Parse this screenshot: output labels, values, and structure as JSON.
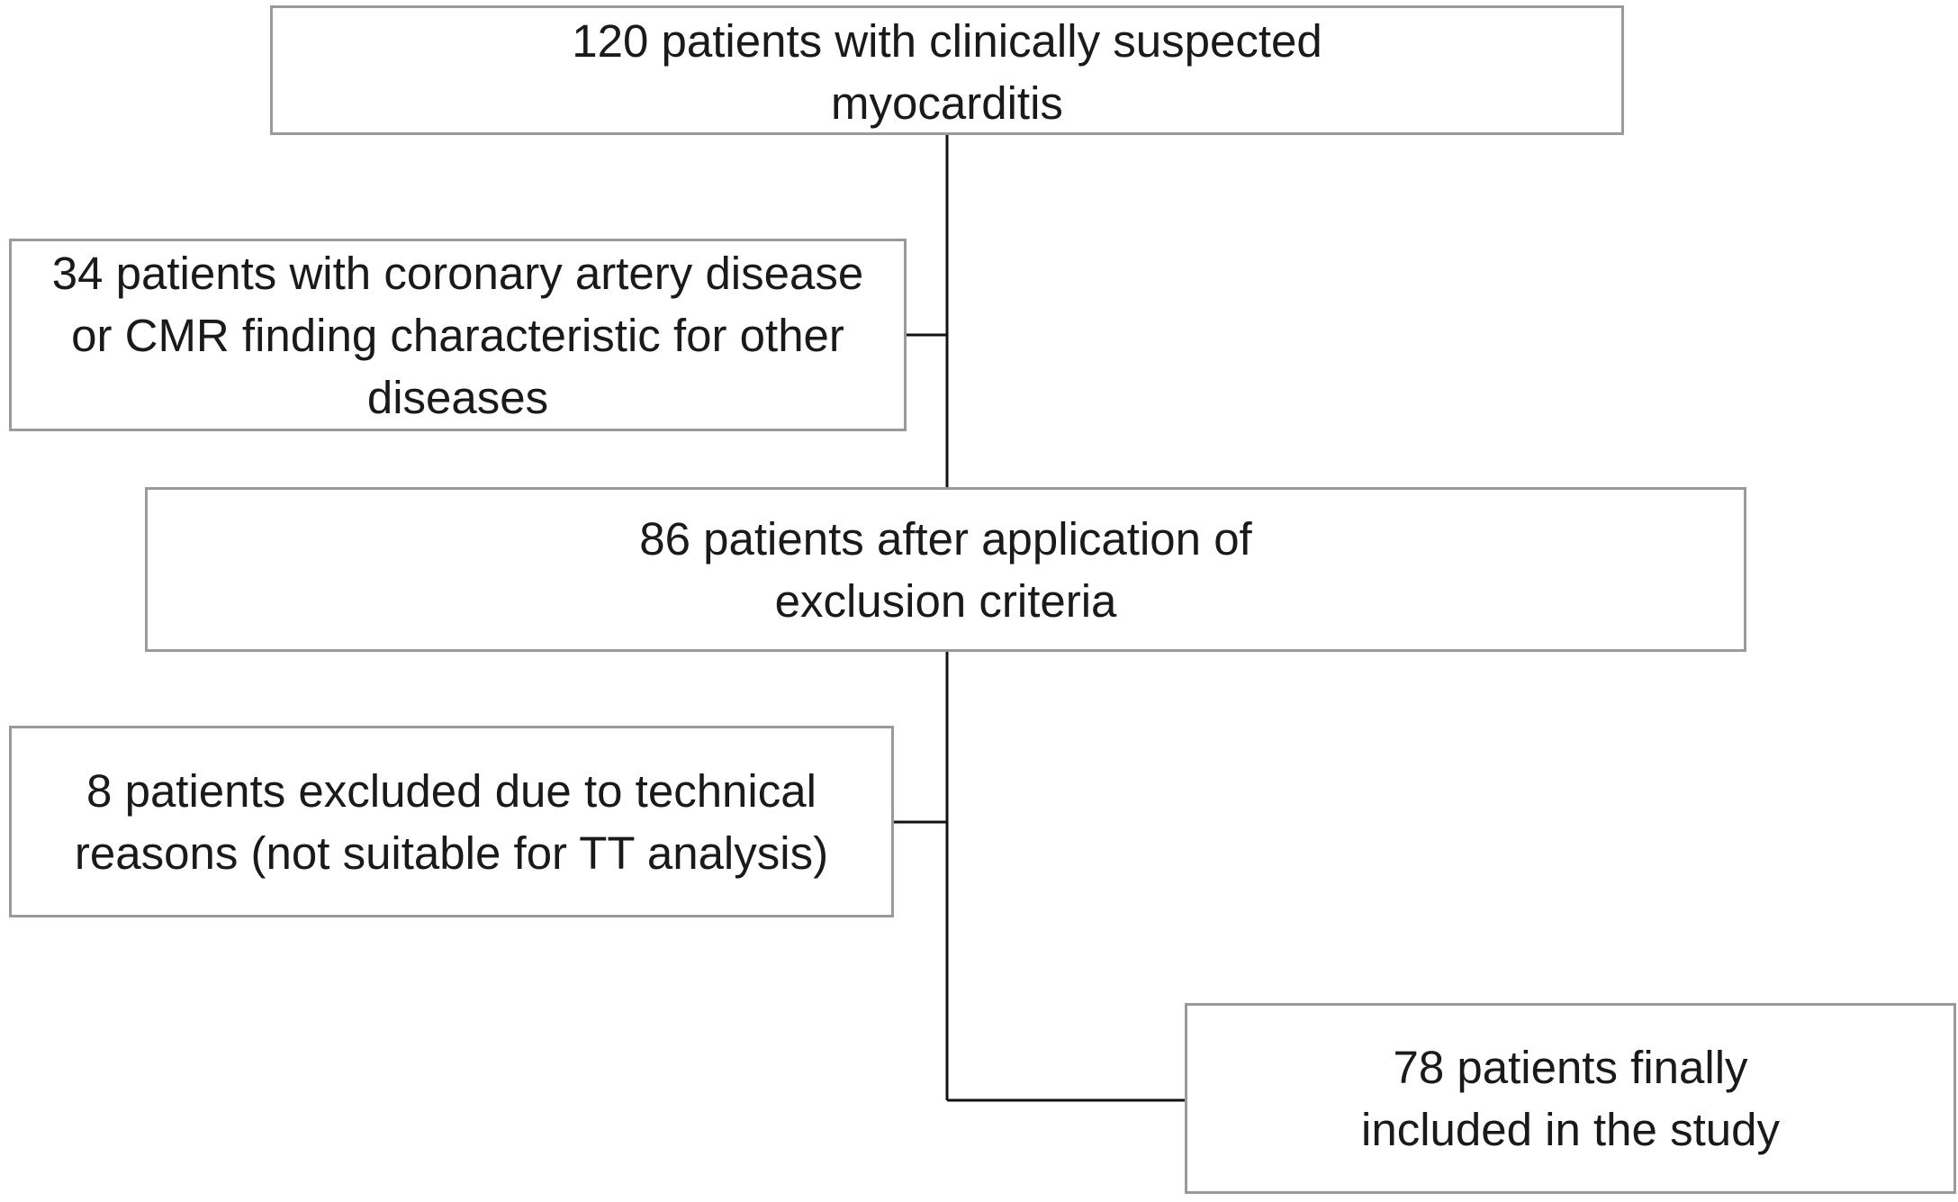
{
  "flowchart": {
    "boxes": [
      {
        "id": "initial-cohort",
        "text": "120 patients with clinically suspected myocarditis"
      },
      {
        "id": "exclusion-cad",
        "text": "34 patients with coronary artery disease or CMR finding characteristic for other diseases"
      },
      {
        "id": "after-exclusion",
        "text": "86 patients after application of exclusion criteria"
      },
      {
        "id": "exclusion-technical",
        "text": "8 patients excluded due to technical reasons (not suitable for TT analysis)"
      },
      {
        "id": "final-cohort",
        "text": "78 patients finally included in the study"
      }
    ],
    "colors": {
      "box_border": "#9a9a9a",
      "connector": "#111111",
      "text": "#1a1a1a",
      "background": "#ffffff"
    }
  }
}
